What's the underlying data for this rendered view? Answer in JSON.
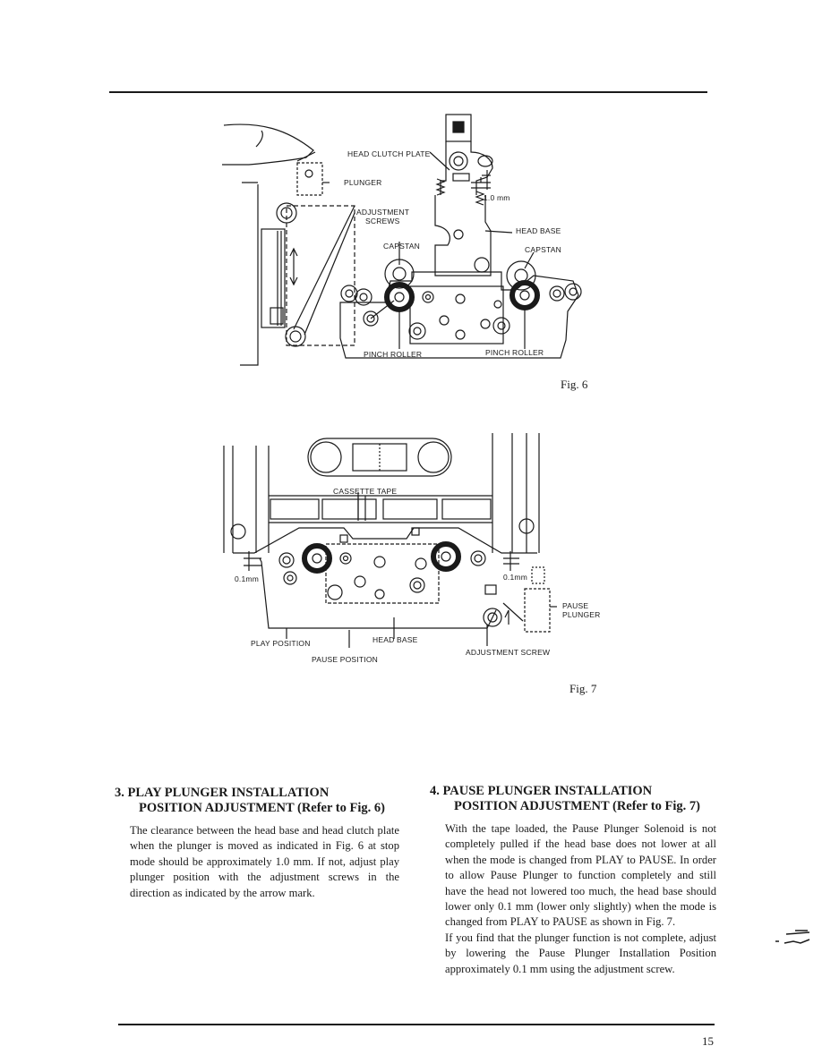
{
  "fig6": {
    "caption": "Fig. 6",
    "labels": {
      "head_clutch_plate": "HEAD CLUTCH PLATE",
      "plunger": "PLUNGER",
      "adjustment_screws_1": "ADJUSTMENT",
      "adjustment_screws_2": "SCREWS",
      "gap": "1.0 mm",
      "head_base": "HEAD BASE",
      "capstan_left": "CAPSTAN",
      "capstan_right": "CAPSTAN",
      "pinch_roller_left": "PINCH ROLLER",
      "pinch_roller_right": "PINCH ROLLER"
    }
  },
  "fig7": {
    "caption": "Fig. 7",
    "labels": {
      "cassette_tape": "CASSETTE TAPE",
      "gap_left": "0.1mm",
      "gap_right": "0.1mm",
      "pause_plunger_1": "PAUSE",
      "pause_plunger_2": "PLUNGER",
      "play_position": "PLAY POSITION",
      "head_base": "HEAD BASE",
      "pause_position": "PAUSE POSITION",
      "adjustment_screw": "ADJUSTMENT SCREW"
    }
  },
  "section3": {
    "number": "3.",
    "title_line1": "PLAY PLUNGER INSTALLATION",
    "title_line2": "POSITION ADJUSTMENT (Refer to Fig. 6)",
    "body": "The clearance between the head base and head clutch plate when the plunger is moved as indicated in Fig. 6 at stop mode should be approximately 1.0 mm. If not, adjust play plunger position with the adjustment screws in the direction as indicated by the arrow mark."
  },
  "section4": {
    "number": "4.",
    "title_line1": "PAUSE PLUNGER INSTALLATION",
    "title_line2": "POSITION ADJUSTMENT (Refer to Fig. 7)",
    "body_p1": "With the tape loaded, the Pause Plunger Solenoid is not completely pulled if the head base does not lower at all when the mode is changed from PLAY to PAUSE. In order to allow Pause Plunger to function completely and still have the head not lowered too much, the head base should lower only 0.1 mm (lower only slightly) when the mode is changed from PLAY to PAUSE as shown in Fig. 7.",
    "body_p2": "If you find that the plunger function is not complete, adjust by lowering the Pause Plunger Installation Position approximately 0.1 mm using the adjustment screw."
  },
  "page_number": "15"
}
